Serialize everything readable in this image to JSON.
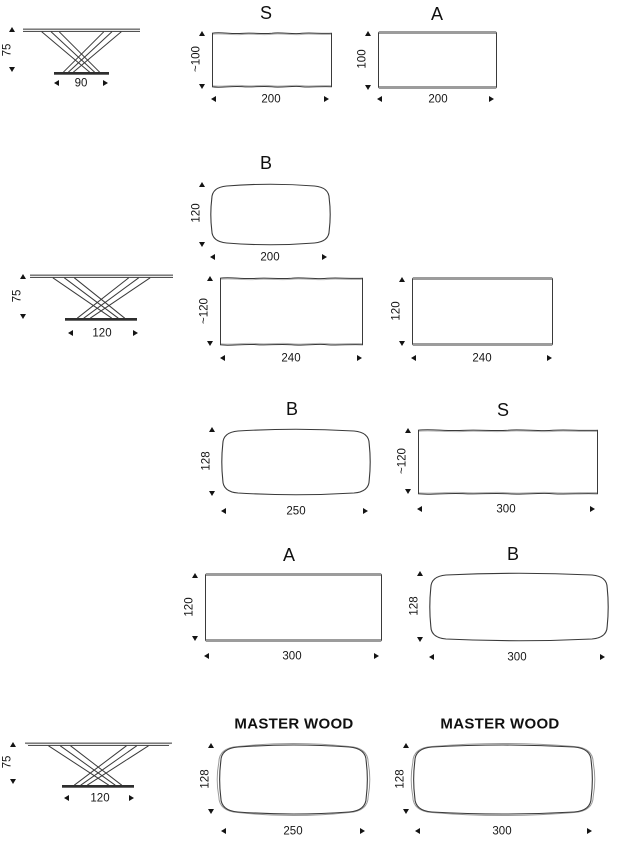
{
  "sheet": {
    "description": "Table dimension drawings",
    "colors": {
      "line": "#3a3a3a",
      "edge_gray": "#9c9c9c",
      "echo_gray": "#b0b0b0",
      "base_dark": "#2e2e2e",
      "slab_fill": "#ececec",
      "outer_wood_gray": "#9a9a9a",
      "text": "#161616"
    }
  },
  "diagrams": [
    {
      "id": "table-front-view-75x90",
      "view": "front",
      "shape": "crossed-leg-table",
      "title": "",
      "height_dim": "75",
      "width_dim": "90"
    },
    {
      "id": "tabletop-s-200x100",
      "view": "top",
      "shape": "wavy-edge-rectangle",
      "title": "S",
      "height_dim": "~100",
      "width_dim": "200"
    },
    {
      "id": "tabletop-a-200x100",
      "view": "top",
      "shape": "straight-edge-rectangle",
      "title": "A",
      "height_dim": "100",
      "width_dim": "200"
    },
    {
      "id": "tabletop-b-200x120",
      "view": "top",
      "shape": "rounded-barrel",
      "title": "B",
      "height_dim": "120",
      "width_dim": "200"
    },
    {
      "id": "table-front-view-75x120",
      "view": "front",
      "shape": "crossed-leg-table",
      "title": "",
      "height_dim": "75",
      "width_dim": "120"
    },
    {
      "id": "tabletop-s-240x120",
      "view": "top",
      "shape": "wavy-edge-rectangle",
      "title": "",
      "height_dim": "~120",
      "width_dim": "240"
    },
    {
      "id": "tabletop-a-240x120",
      "view": "top",
      "shape": "straight-edge-rectangle",
      "title": "",
      "height_dim": "120",
      "width_dim": "240"
    },
    {
      "id": "tabletop-b-250x128",
      "view": "top",
      "shape": "rounded-barrel",
      "title": "B",
      "height_dim": "128",
      "width_dim": "250"
    },
    {
      "id": "tabletop-s-300x120",
      "view": "top",
      "shape": "wavy-edge-rectangle",
      "title": "S",
      "height_dim": "~120",
      "width_dim": "300"
    },
    {
      "id": "tabletop-a-300x120",
      "view": "top",
      "shape": "straight-edge-rectangle",
      "title": "A",
      "height_dim": "120",
      "width_dim": "300"
    },
    {
      "id": "tabletop-b-300x128",
      "view": "top",
      "shape": "rounded-barrel",
      "title": "B",
      "height_dim": "128",
      "width_dim": "300"
    },
    {
      "id": "table-front-view-75x120-wood",
      "view": "front",
      "shape": "crossed-leg-table",
      "title": "",
      "height_dim": "75",
      "width_dim": "120"
    },
    {
      "id": "tabletop-masterwood-250x128",
      "view": "top",
      "shape": "double-outline-barrel",
      "title": "MASTER WOOD",
      "height_dim": "128",
      "width_dim": "250"
    },
    {
      "id": "tabletop-masterwood-300x128",
      "view": "top",
      "shape": "double-outline-barrel",
      "title": "MASTER WOOD",
      "height_dim": "128",
      "width_dim": "300"
    }
  ]
}
